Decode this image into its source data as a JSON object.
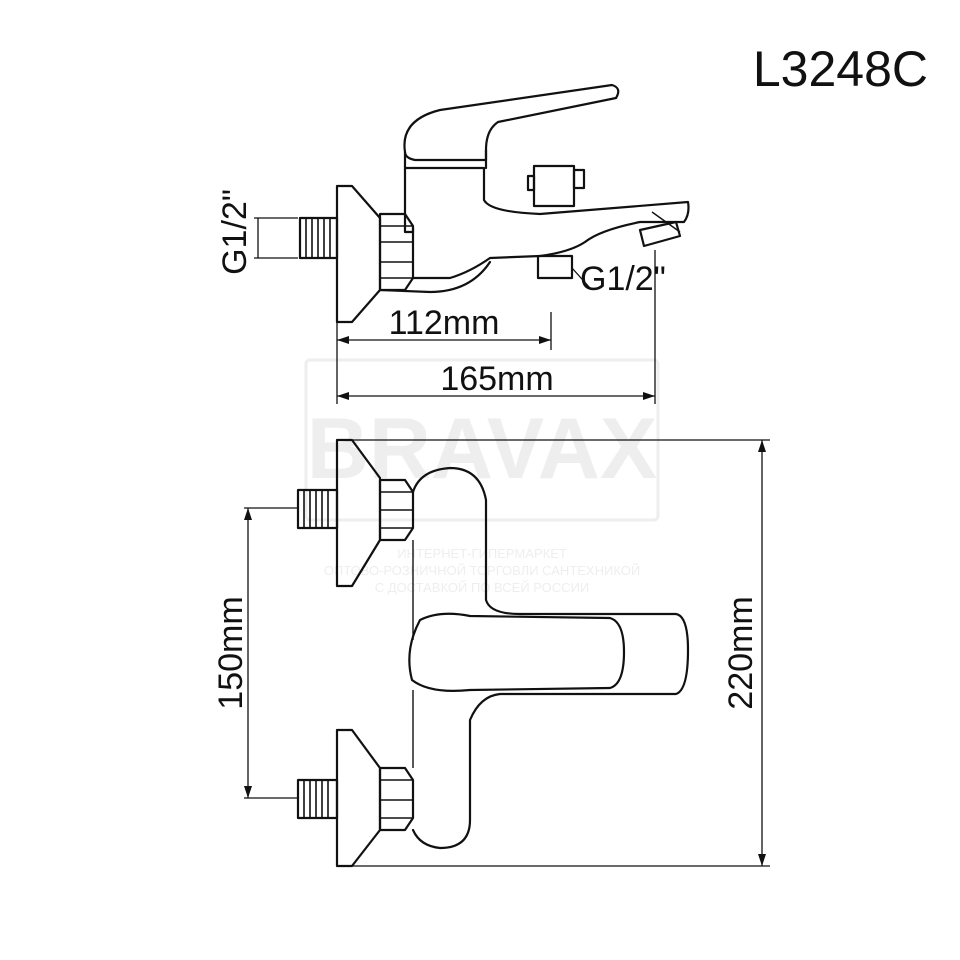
{
  "model_code": "L3248C",
  "watermark": {
    "brand": "BRAVAX",
    "lines": [
      "ИНТЕРНЕТ-ГИПЕРМАРКЕТ",
      "ОПТОВО-РОЗНИЧНОЙ ТОРГОВЛИ САНТЕХНИКОЙ",
      "С ДОСТАВКОЙ ПО ВСЕЙ РОССИИ"
    ]
  },
  "dimensions": {
    "inlet_thread": "G1/2\"",
    "outlet_thread": "G1/2\"",
    "wall_to_body": "112mm",
    "wall_to_spout": "165mm",
    "inlet_spacing": "150mm",
    "overall_height": "220mm"
  }
}
